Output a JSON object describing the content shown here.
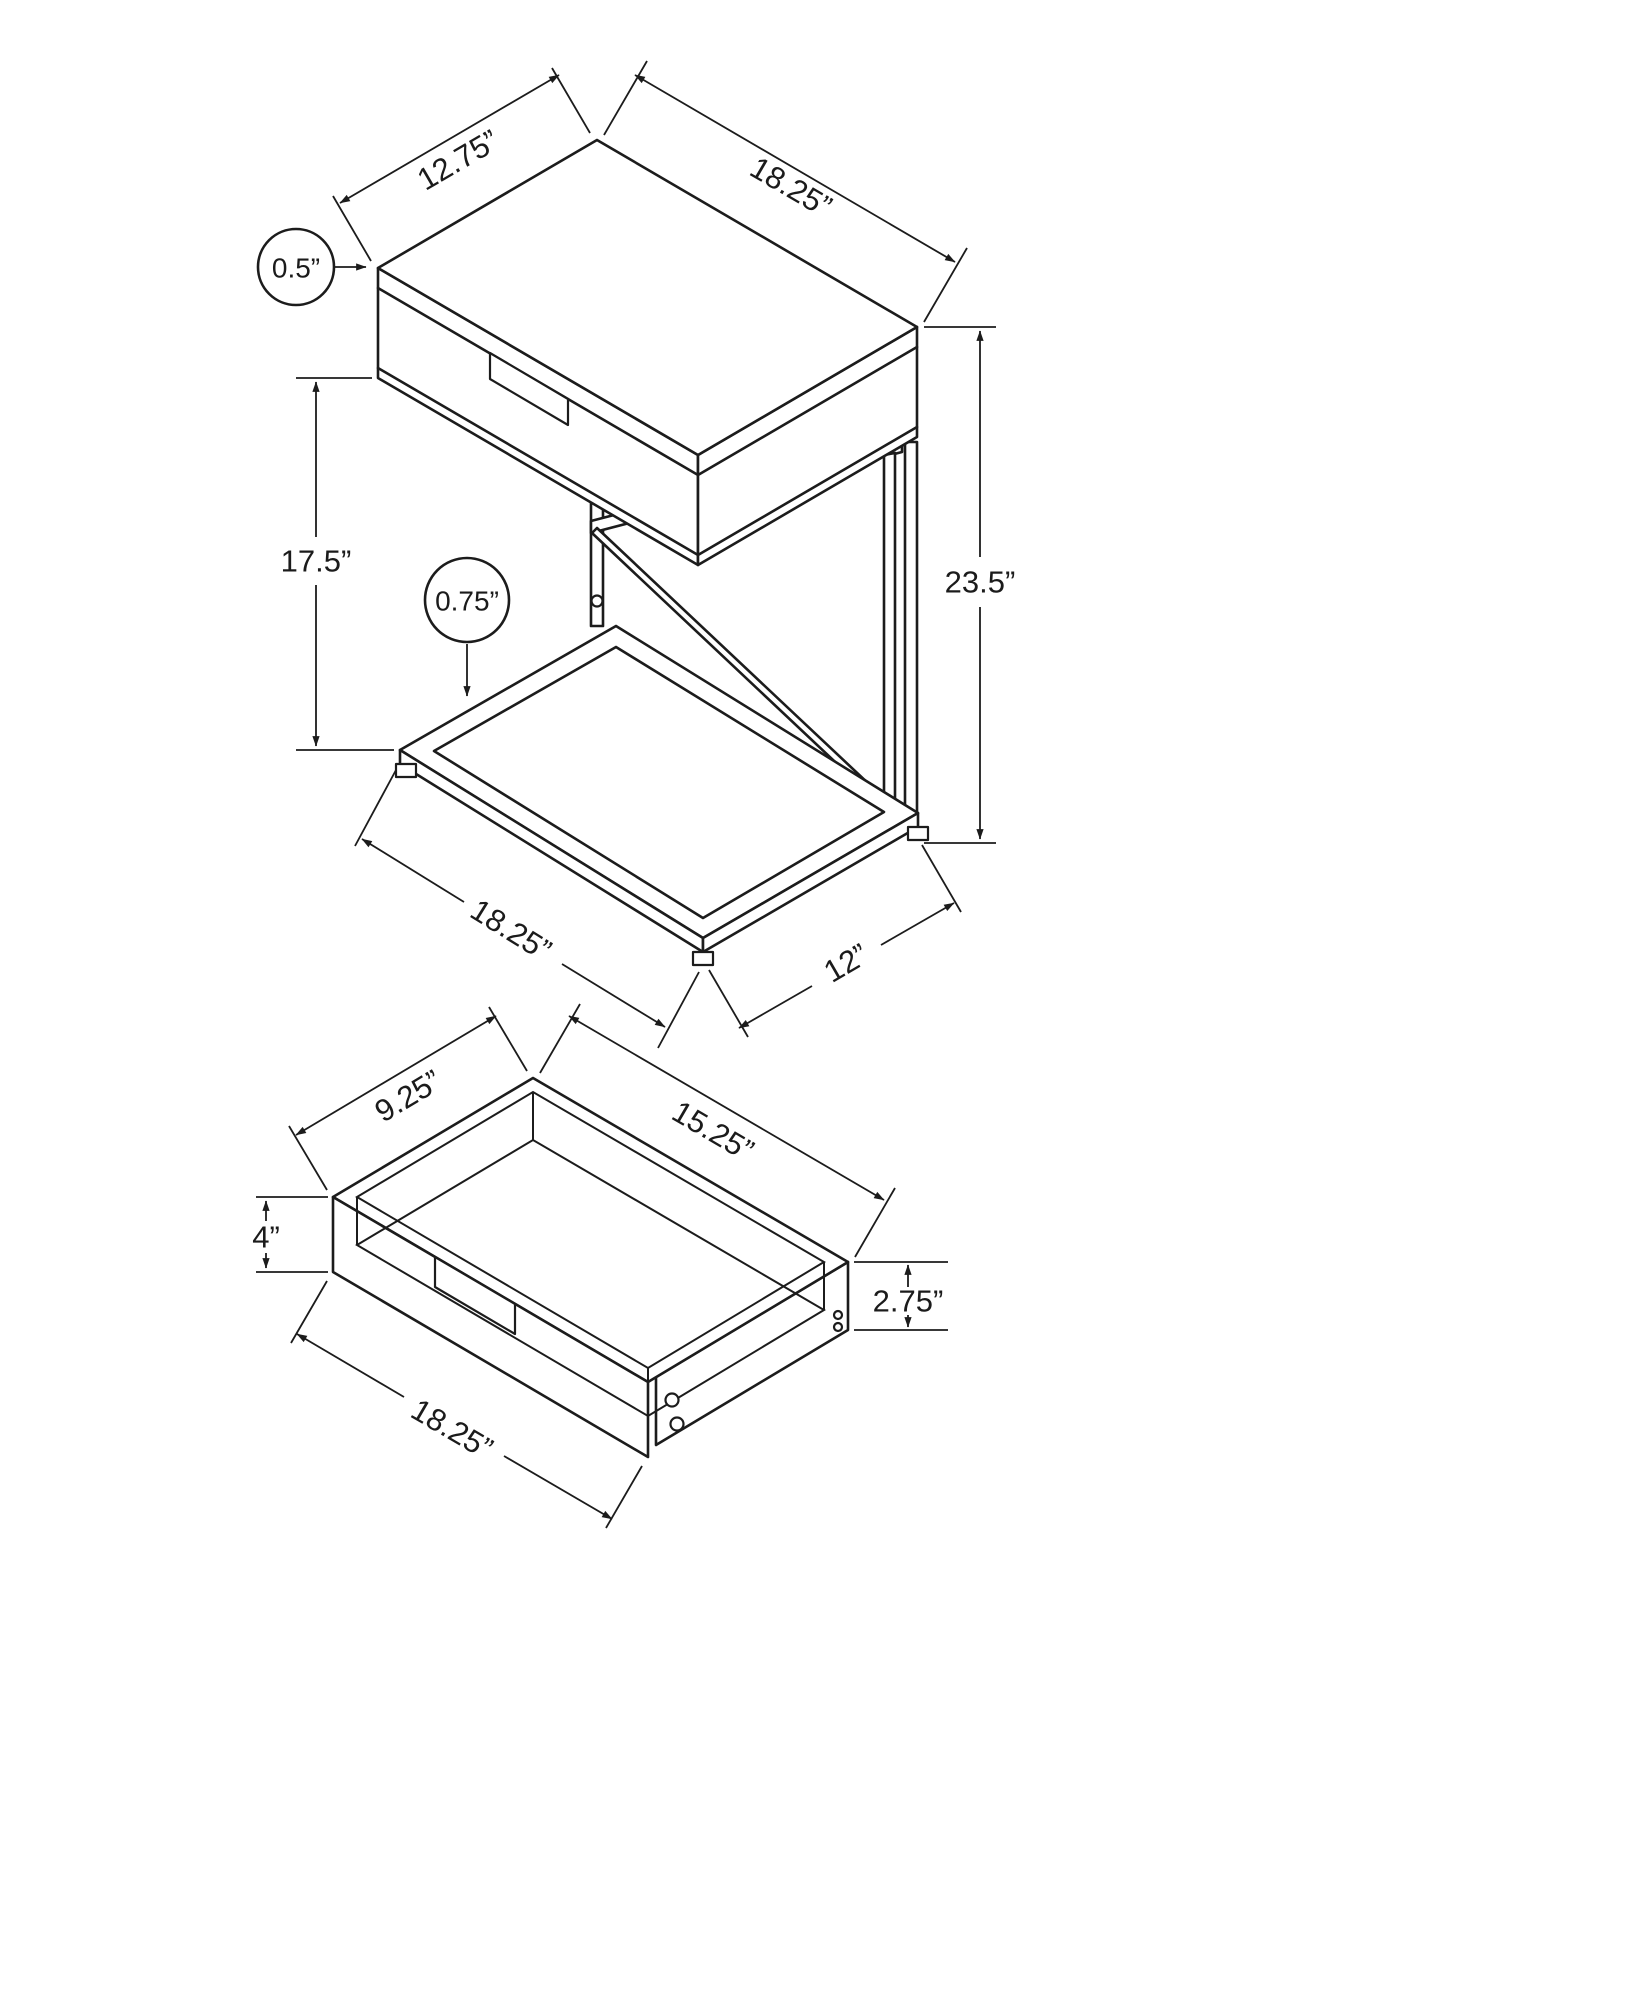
{
  "dimensions": {
    "table": {
      "top_depth": "12.75”",
      "top_width": "18.25”",
      "top_thickness": "0.5”",
      "clearance_height": "17.5”",
      "frame_thickness": "0.75”",
      "overall_height": "23.5”",
      "base_depth": "18.25”",
      "base_width": "12”"
    },
    "drawer": {
      "inner_depth": "9.25”",
      "inner_width": "15.25”",
      "front_height": "4”",
      "box_height": "2.75”",
      "front_width": "18.25”"
    }
  }
}
